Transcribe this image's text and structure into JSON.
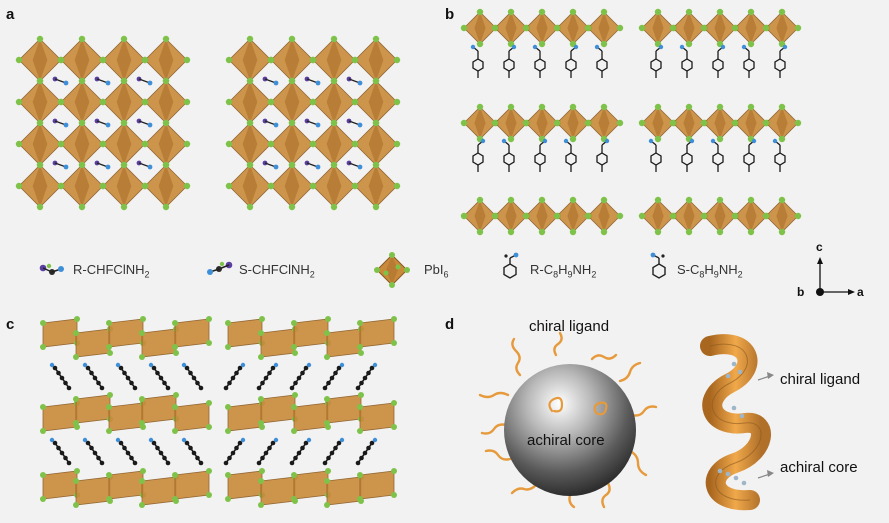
{
  "panels": {
    "a": "a",
    "b": "b",
    "c": "c",
    "d": "d"
  },
  "legend": {
    "r_chfclnh2": {
      "prefix": "R-CHFClNH",
      "sub": "2"
    },
    "s_chfclnh2": {
      "prefix": "S-CHFClNH",
      "sub": "2"
    },
    "pbi6": {
      "prefix": "PbI",
      "sub": "6"
    },
    "r_c8h9nh2": {
      "p1": "R-C",
      "s1": "8",
      "p2": "H",
      "s2": "9",
      "p3": "NH",
      "s3": "2"
    },
    "s_c8h9nh2": {
      "p1": "S-C",
      "s1": "8",
      "p2": "H",
      "s2": "9",
      "p3": "NH",
      "s3": "2"
    }
  },
  "axes": {
    "c": "c",
    "b": "b",
    "a": "a"
  },
  "panel_d": {
    "sphere_top_label": "chiral ligand",
    "sphere_core_label": "achiral core",
    "helix_top_label": "chiral ligand",
    "helix_bottom_label": "achiral core"
  },
  "colors": {
    "octahedron": "#c98a3a",
    "octahedron_dark": "#8a5a20",
    "iodine": "#7ec24a",
    "carbon": "#1a1a1a",
    "nitrogen": "#3f8fd8",
    "ligand": "#e69a3c",
    "background": "#f2f2f2"
  }
}
